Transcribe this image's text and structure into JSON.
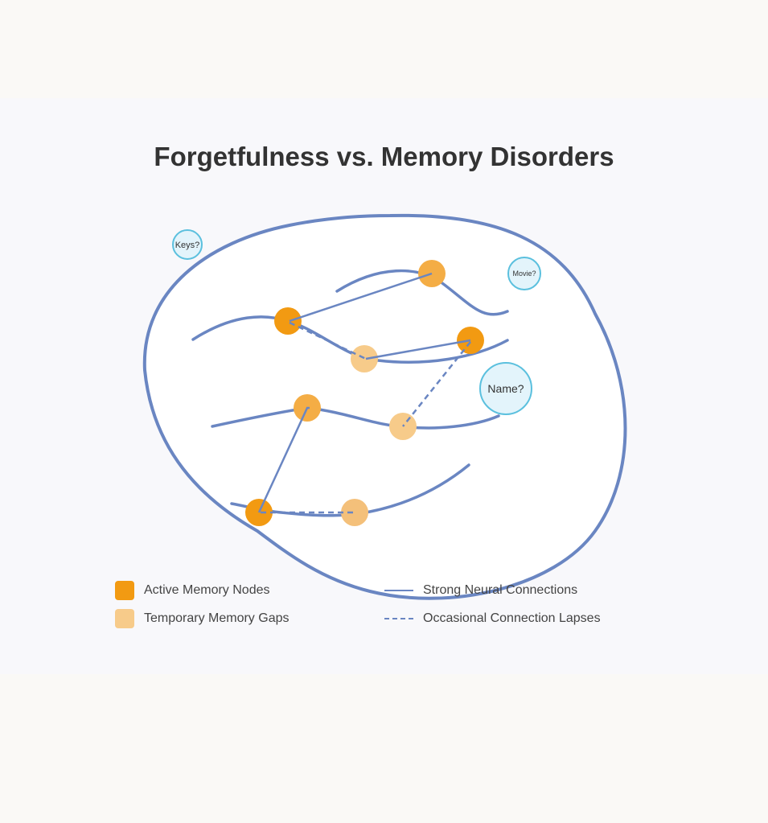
{
  "title": "Forgetfulness vs. Memory Disorders",
  "colors": {
    "outline": "#6a86c2",
    "active_node": "#f29a12",
    "active_node_light": "#f4ad45",
    "gap_node": "#f7cb8a",
    "bubble_fill": "#e3f4fb",
    "bubble_stroke": "#5bc0de",
    "text": "#333333"
  },
  "diagram": {
    "question_bubbles": [
      {
        "label": "Keys?"
      },
      {
        "label": "Movie?"
      },
      {
        "label": "Name?"
      }
    ],
    "nodes": [
      {
        "type": "active",
        "id": "n1"
      },
      {
        "type": "active",
        "id": "n2"
      },
      {
        "type": "active",
        "id": "n3"
      },
      {
        "type": "active",
        "id": "n4"
      },
      {
        "type": "active",
        "id": "n5"
      },
      {
        "type": "gap",
        "id": "g1"
      },
      {
        "type": "gap",
        "id": "g2"
      },
      {
        "type": "gap",
        "id": "g3"
      }
    ],
    "connections": [
      {
        "from": "n1",
        "to": "n2",
        "style": "strong"
      },
      {
        "from": "n1",
        "to": "g1",
        "style": "lapse"
      },
      {
        "from": "g1",
        "to": "n3",
        "style": "strong"
      },
      {
        "from": "n3",
        "to": "g2",
        "style": "lapse"
      },
      {
        "from": "n4",
        "to": "n5",
        "style": "strong"
      },
      {
        "from": "n5",
        "to": "g3",
        "style": "lapse"
      }
    ]
  },
  "legend": {
    "items": [
      {
        "label": "Active Memory Nodes",
        "kind": "active-node"
      },
      {
        "label": "Temporary Memory Gaps",
        "kind": "gap-node"
      },
      {
        "label": "Strong Neural Connections",
        "kind": "solid-line"
      },
      {
        "label": "Occasional Connection Lapses",
        "kind": "dashed-line"
      }
    ]
  }
}
